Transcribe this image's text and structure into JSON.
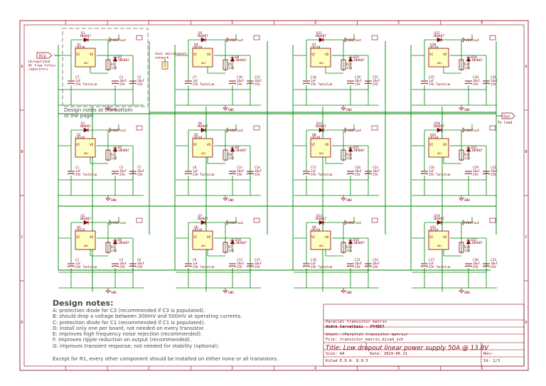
{
  "sheet": {
    "border_rows": [
      "A",
      "B",
      "C",
      "D"
    ],
    "border_cols": [
      "1",
      "2",
      "3",
      "4",
      "5",
      "6"
    ]
  },
  "labels": {
    "input_port": "DCp",
    "input_note": "Unregulated\nDC from filter\ncapacitors",
    "output_port": "Out",
    "output_note": "To load",
    "vout_net": "VOUTout",
    "gnd": "GND",
    "design_box_caption": "Design notes at the bottom\nof the page.",
    "vout_adj": "Vout adjustement\nnetwork"
  },
  "cells": [
    {
      "diode_in": "D1",
      "reg": "U1",
      "reg_part": "LM338",
      "diode_prot": "D2",
      "res": "R1",
      "cap_in": "C2",
      "cap_out": "C1",
      "cap_b": "C3",
      "row": 0,
      "col": 0
    },
    {
      "diode_in": "D5",
      "reg": "U4",
      "reg_part": "LM338",
      "diode_prot": "D8",
      "res": "R5",
      "cap_in": "C7",
      "cap_out": "C10",
      "cap_b": "C13",
      "row": 0,
      "col": 1
    },
    {
      "diode_in": "D11",
      "reg": "U7",
      "reg_part": "LM338",
      "diode_prot": "D14",
      "res": "R22",
      "cap_in": "C16",
      "cap_out": "C19",
      "cap_b": "C22",
      "row": 0,
      "col": 2
    },
    {
      "diode_in": "D17",
      "reg": "U10",
      "reg_part": "LM338",
      "diode_prot": "D20",
      "res": "R17",
      "cap_in": "C25",
      "cap_out": "C28",
      "cap_b": "C31",
      "row": 0,
      "col": 3
    },
    {
      "diode_in": "D1",
      "reg": "U2",
      "reg_part": "LM338",
      "diode_prot": "D3",
      "res": "R1",
      "cap_in": "C1",
      "cap_out": "C3",
      "cap_b": "C5",
      "row": 1,
      "col": 0
    },
    {
      "diode_in": "D6",
      "reg": "U5",
      "reg_part": "LM338",
      "diode_prot": "D9",
      "res": "R6",
      "cap_in": "C8",
      "cap_out": "C11",
      "cap_b": "C14",
      "row": 1,
      "col": 1
    },
    {
      "diode_in": "D12",
      "reg": "U8",
      "reg_part": "LM338",
      "diode_prot": "D15",
      "res": "R10",
      "cap_in": "C17",
      "cap_out": "C20",
      "cap_b": "C23",
      "row": 1,
      "col": 2
    },
    {
      "diode_in": "D18",
      "reg": "U11",
      "reg_part": "LM338",
      "diode_prot": "D21",
      "res": "R18",
      "cap_in": "C26",
      "cap_out": "C29",
      "cap_b": "C32",
      "row": 1,
      "col": 3
    },
    {
      "diode_in": "D2",
      "reg": "U3",
      "reg_part": "LM338",
      "diode_prot": "D4",
      "res": "R2",
      "cap_in": "C2",
      "cap_out": "C4",
      "cap_b": "C6",
      "row": 2,
      "col": 0
    },
    {
      "diode_in": "D7",
      "reg": "U6",
      "reg_part": "LM338",
      "diode_prot": "D10",
      "res": "R7",
      "cap_in": "C9",
      "cap_out": "C12",
      "cap_b": "C15",
      "row": 2,
      "col": 1
    },
    {
      "diode_in": "D13",
      "reg": "U9",
      "reg_part": "LM338",
      "diode_prot": "D16",
      "res": "R13",
      "cap_in": "C18",
      "cap_out": "C21",
      "cap_b": "C24",
      "row": 2,
      "col": 2
    },
    {
      "diode_in": "D19",
      "reg": "U12",
      "reg_part": "LM338",
      "diode_prot": "D22",
      "res": "R19",
      "cap_in": "C27",
      "cap_out": "C30",
      "cap_b": "C33",
      "row": 2,
      "col": 3
    }
  ],
  "part_values": {
    "diode": "1N4007",
    "res": "120",
    "cap_in": "1uF\n25V Tantalum",
    "cap_out": "10uF\n25V",
    "cap_b": "10uF\n25V"
  },
  "notes": {
    "title": "Design notes:",
    "lines": [
      "A: protection diode for C3 (recommended if C3 is populated).",
      "B: should drop a voltage between 300mV and 500mV at operating currents.",
      "C: protection diode for C1 (recommended if C1 is populated).",
      "D: install only one per board, not needed on every transistor.",
      "E: improves high frequency noise rejection (recommended).",
      "F: improves ripple reduction on output (recommended).",
      "G: improves transient response, not needed for stability (optional)."
    ],
    "footer": "Except for R1, every other component should be installed on either none or all transistors."
  },
  "title_block": {
    "company": "Parallel transistor matrix",
    "author": "André Carvalhais - PY4BIT",
    "sheet": "Sheet: /Parallel transistor matrix/",
    "file": "File: transistor_matrix.kicad_sch",
    "title": "Title: Low dropout linear power supply 50A @ 13.8V",
    "size": "Size: A4",
    "date": "Date: 2024-06-11",
    "kicad": "KiCad E.D.A. 8.0.3",
    "rev": "Rev:",
    "id": "Id: 2/3"
  },
  "colors": {
    "wire": "#008400",
    "component": "#84000f",
    "fill": "#ffffc2",
    "frame": "#84000f",
    "notes": "#4a4a4a"
  }
}
